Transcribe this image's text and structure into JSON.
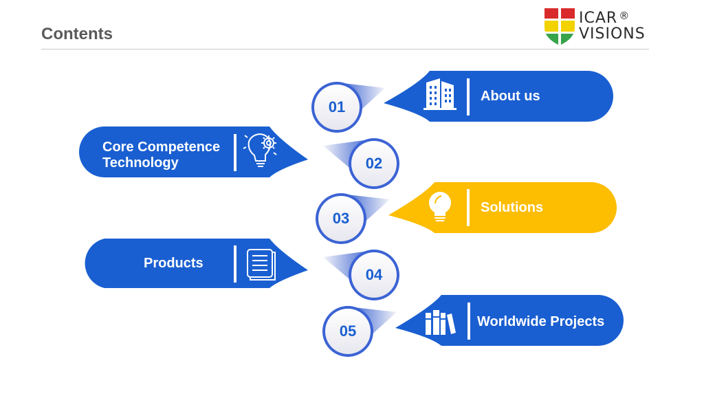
{
  "header": {
    "title": "Contents"
  },
  "logo": {
    "line1": "ICAR",
    "registered": "®",
    "line2": "VISIONS"
  },
  "items": [
    {
      "number": "01",
      "label": "About us",
      "icon": "building-icon",
      "color": "#1a5fd1"
    },
    {
      "number": "02",
      "label_line1": "Core Competence",
      "label_line2": "Technology",
      "icon": "gear-lightbulb-icon",
      "color": "#1a5fd1"
    },
    {
      "number": "03",
      "label": "Solutions",
      "icon": "lightbulb-icon",
      "color": "#fdbd00"
    },
    {
      "number": "04",
      "label": "Products",
      "icon": "document-stack-icon",
      "color": "#1a5fd1"
    },
    {
      "number": "05",
      "label": "Worldwide Projects",
      "icon": "books-icon",
      "color": "#1a5fd1"
    }
  ],
  "colors": {
    "blue": "#1a5fd1",
    "yellow": "#fdbd00",
    "title_gray": "#5a5a5a",
    "circle_border": "#3b63d4"
  }
}
